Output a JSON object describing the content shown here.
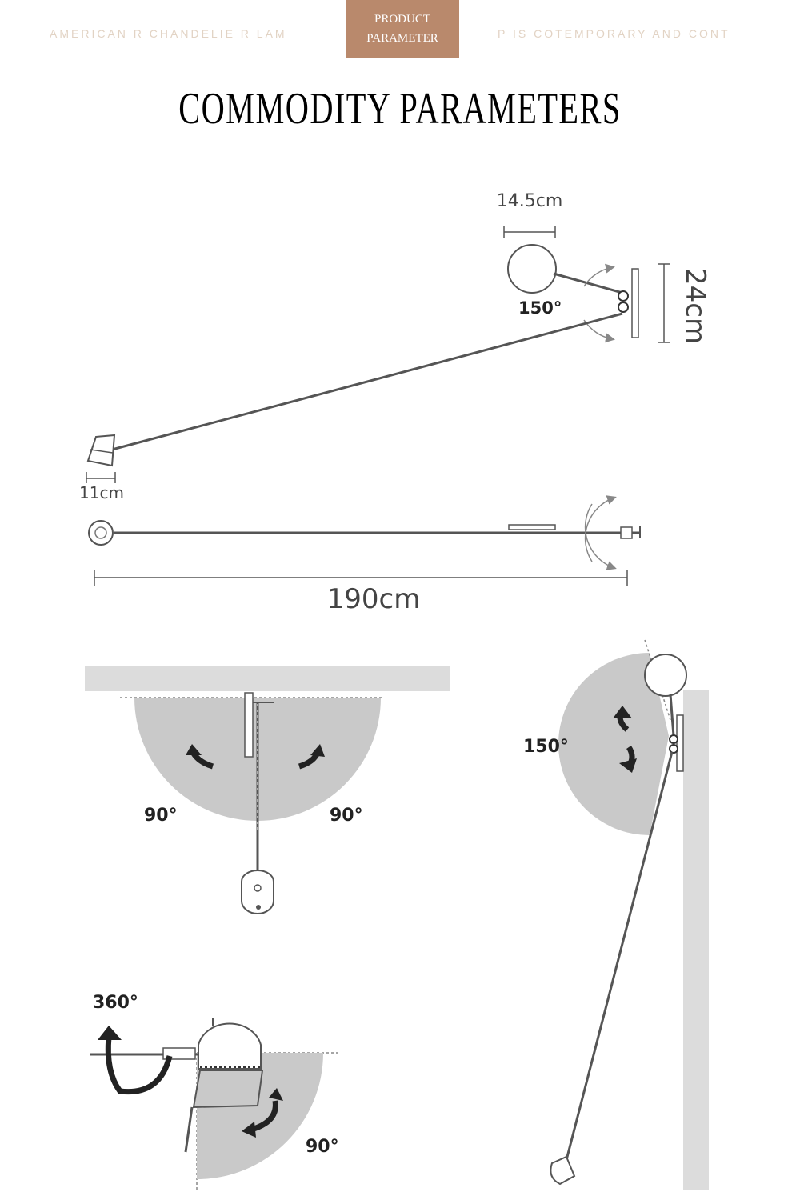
{
  "header": {
    "banner_left": "AMERICAN R CHANDELIE R LAM",
    "banner_right": "P IS COTEMPORARY AND CONT",
    "badge_line1": "PRODUCT",
    "badge_line2": "PARAMETER"
  },
  "title": "COMMODITY PARAMETERS",
  "dimensions": {
    "head_diameter": "14.5cm",
    "base_height": "24cm",
    "joint_angle": "150°",
    "shade_width": "11cm",
    "total_length": "190cm"
  },
  "rotations": {
    "left_angle": "90°",
    "right_angle": "90°",
    "side_angle": "150°",
    "spin_angle": "360°",
    "tilt_angle": "90°"
  },
  "colors": {
    "badge": "#b9896c",
    "banner_text": "#e2d3c4",
    "wall": "#dcdcdc",
    "sweep": "#c9c9c9",
    "line": "#555555"
  }
}
